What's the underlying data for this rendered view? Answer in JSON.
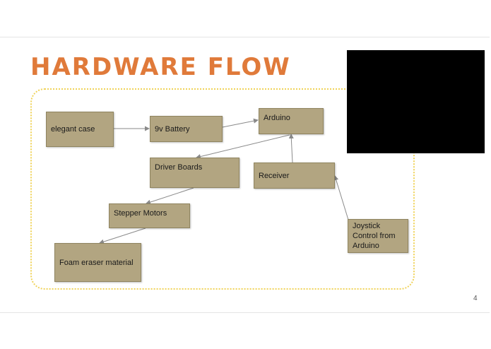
{
  "slide": {
    "title": "HARDWARE FLOW",
    "page_number": "4"
  },
  "diagram": {
    "nodes": {
      "elegant_case": "elegant case",
      "battery": "9v Battery",
      "arduino": "Arduino",
      "driver_boards": "Driver Boards",
      "receiver": "Receiver",
      "stepper_motors": "Stepper Motors",
      "foam": "Foam eraser material",
      "joystick": "Joystick Control from Arduino"
    },
    "edges": [
      {
        "from": "elegant_case",
        "to": "battery"
      },
      {
        "from": "battery",
        "to": "arduino"
      },
      {
        "from": "arduino",
        "to": "driver_boards"
      },
      {
        "from": "receiver",
        "to": "arduino"
      },
      {
        "from": "driver_boards",
        "to": "stepper_motors"
      },
      {
        "from": "stepper_motors",
        "to": "foam"
      },
      {
        "from": "joystick",
        "to": "receiver"
      }
    ]
  },
  "colors": {
    "title": "#e07a3a",
    "node_fill": "#b2a581",
    "frame_dots": "#f0d35a",
    "arrow": "#8a8a8a"
  }
}
